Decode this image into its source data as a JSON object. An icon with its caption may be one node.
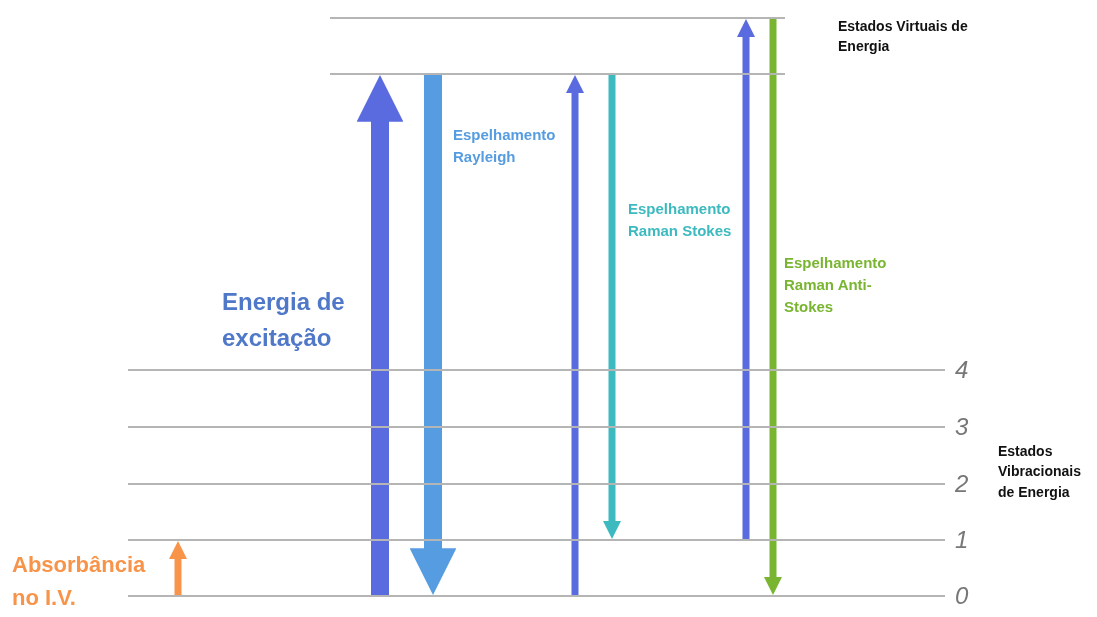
{
  "diagram": {
    "nodes": [
      {
        "text": [],
        "shape": "bar"
      },
      {
        "text": [],
        "shape": "bar"
      },
      {
        "text": [],
        "shape": "bar",
        "beside": [
          "4"
        ]
      },
      {
        "text": [],
        "shape": "bar",
        "beside": [
          "3"
        ]
      },
      {
        "text": [],
        "shape": "bar",
        "beside": [
          "2"
        ]
      },
      {
        "text": [],
        "shape": "bar",
        "beside": [
          "1"
        ]
      },
      {
        "text": [],
        "shape": "bar",
        "beside": [
          "0"
        ]
      }
    ],
    "edges": [
      {
        "from": 6,
        "to": 5,
        "arrow": "to",
        "label": "Absorbância no I.V.",
        "color": "#f7944a"
      },
      {
        "from": 6,
        "to": 1,
        "arrow": "to",
        "label": "Energia de excitação",
        "style": "thick"
      },
      {
        "from": 1,
        "to": 6,
        "arrow": "to",
        "label": "Espelhamento Rayleigh",
        "style": "thick",
        "color": "#559ce0"
      },
      {
        "from": 6,
        "to": 1,
        "arrow": "to"
      },
      {
        "from": 1,
        "to": 5,
        "arrow": "to",
        "label": "Espelhamento Raman Stokes",
        "color": "#3dbabf"
      },
      {
        "from": 5,
        "to": 0,
        "arrow": "to"
      },
      {
        "from": 0,
        "to": 6,
        "arrow": "to",
        "label": "Espelhamento Raman Anti-Stokes",
        "color": "#7ab532"
      }
    ],
    "labels": [
      "Estados Virtuais de Energia",
      "Estados Vibracionais de Energia"
    ]
  }
}
